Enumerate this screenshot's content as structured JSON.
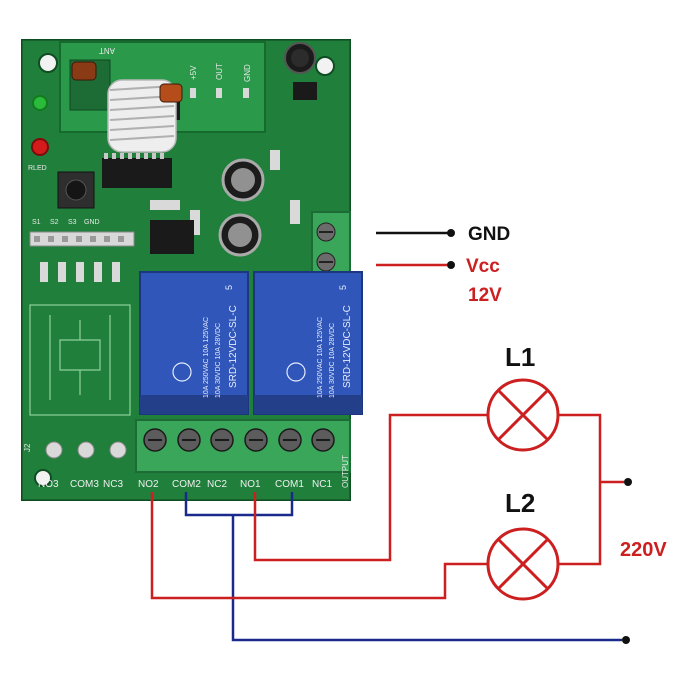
{
  "labels": {
    "gnd": "GND",
    "vcc": "Vcc",
    "volt12": "12V",
    "l1": "L1",
    "l2": "L2",
    "v220": "220V"
  },
  "board": {
    "silk": {
      "ant": "ANT",
      "v5": "+5V",
      "out": "OUT",
      "gnd": "GND",
      "rled": "RLED",
      "s1": "S1",
      "s2": "S2",
      "s3": "S3",
      "gnd_pin": "GND",
      "j2": "J2",
      "output": "OUTPUT"
    },
    "relays": [
      {
        "model": "SRD-12VDC-SL-C",
        "rating1": "10A 250VAC 10A 125VAC",
        "rating2": "10A 30VDC 10A 28VDC",
        "num": "5"
      },
      {
        "model": "SRD-12VDC-SL-C",
        "rating1": "10A 250VAC 10A 125VAC",
        "rating2": "10A 30VDC 10A 28VDC",
        "num": "5"
      }
    ],
    "terminals": [
      "NO3",
      "COM3",
      "NC3",
      "NO2",
      "COM2",
      "NC2",
      "NO1",
      "COM1",
      "NC1"
    ]
  },
  "colors": {
    "pcb": "#1f7f3a",
    "pcb_dark": "#176430",
    "relay": "#2f56b8",
    "relay_dark": "#233f8a",
    "terminal": "#3aa65a",
    "wire_red": "#cc1f1f",
    "wire_blue": "#1a2a8c",
    "wire_black": "#111111",
    "label_red": "#cc1f1f"
  }
}
